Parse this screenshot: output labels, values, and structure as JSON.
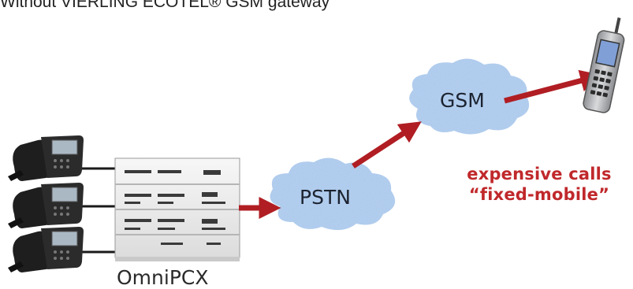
{
  "title": "Without VIERLING ECOTEL® GSM gateway",
  "nodes": {
    "gsm": "GSM",
    "pstn": "PSTN",
    "pbx": "OmniPCX"
  },
  "note": {
    "line1": "expensive calls",
    "line2": "“fixed-mobile”"
  },
  "colors": {
    "arrow": "#b01e23",
    "cloud": "#a9c7ea",
    "note": "#c0282b"
  },
  "icons": [
    "desk-phone-icon",
    "pbx-rack-icon",
    "cloud-icon",
    "mobile-phone-icon",
    "arrow-icon"
  ]
}
